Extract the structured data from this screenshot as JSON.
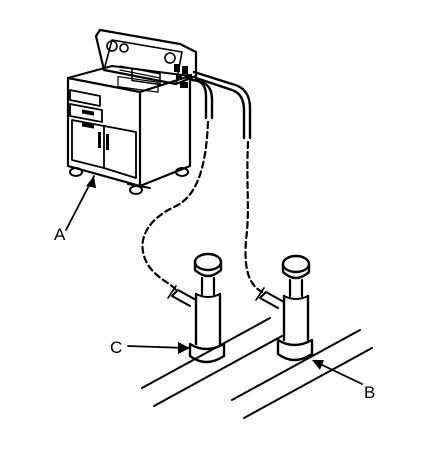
{
  "figure": {
    "callouts": [
      {
        "id": "A",
        "label": "A"
      },
      {
        "id": "B",
        "label": "B"
      },
      {
        "id": "C",
        "label": "C"
      }
    ]
  }
}
